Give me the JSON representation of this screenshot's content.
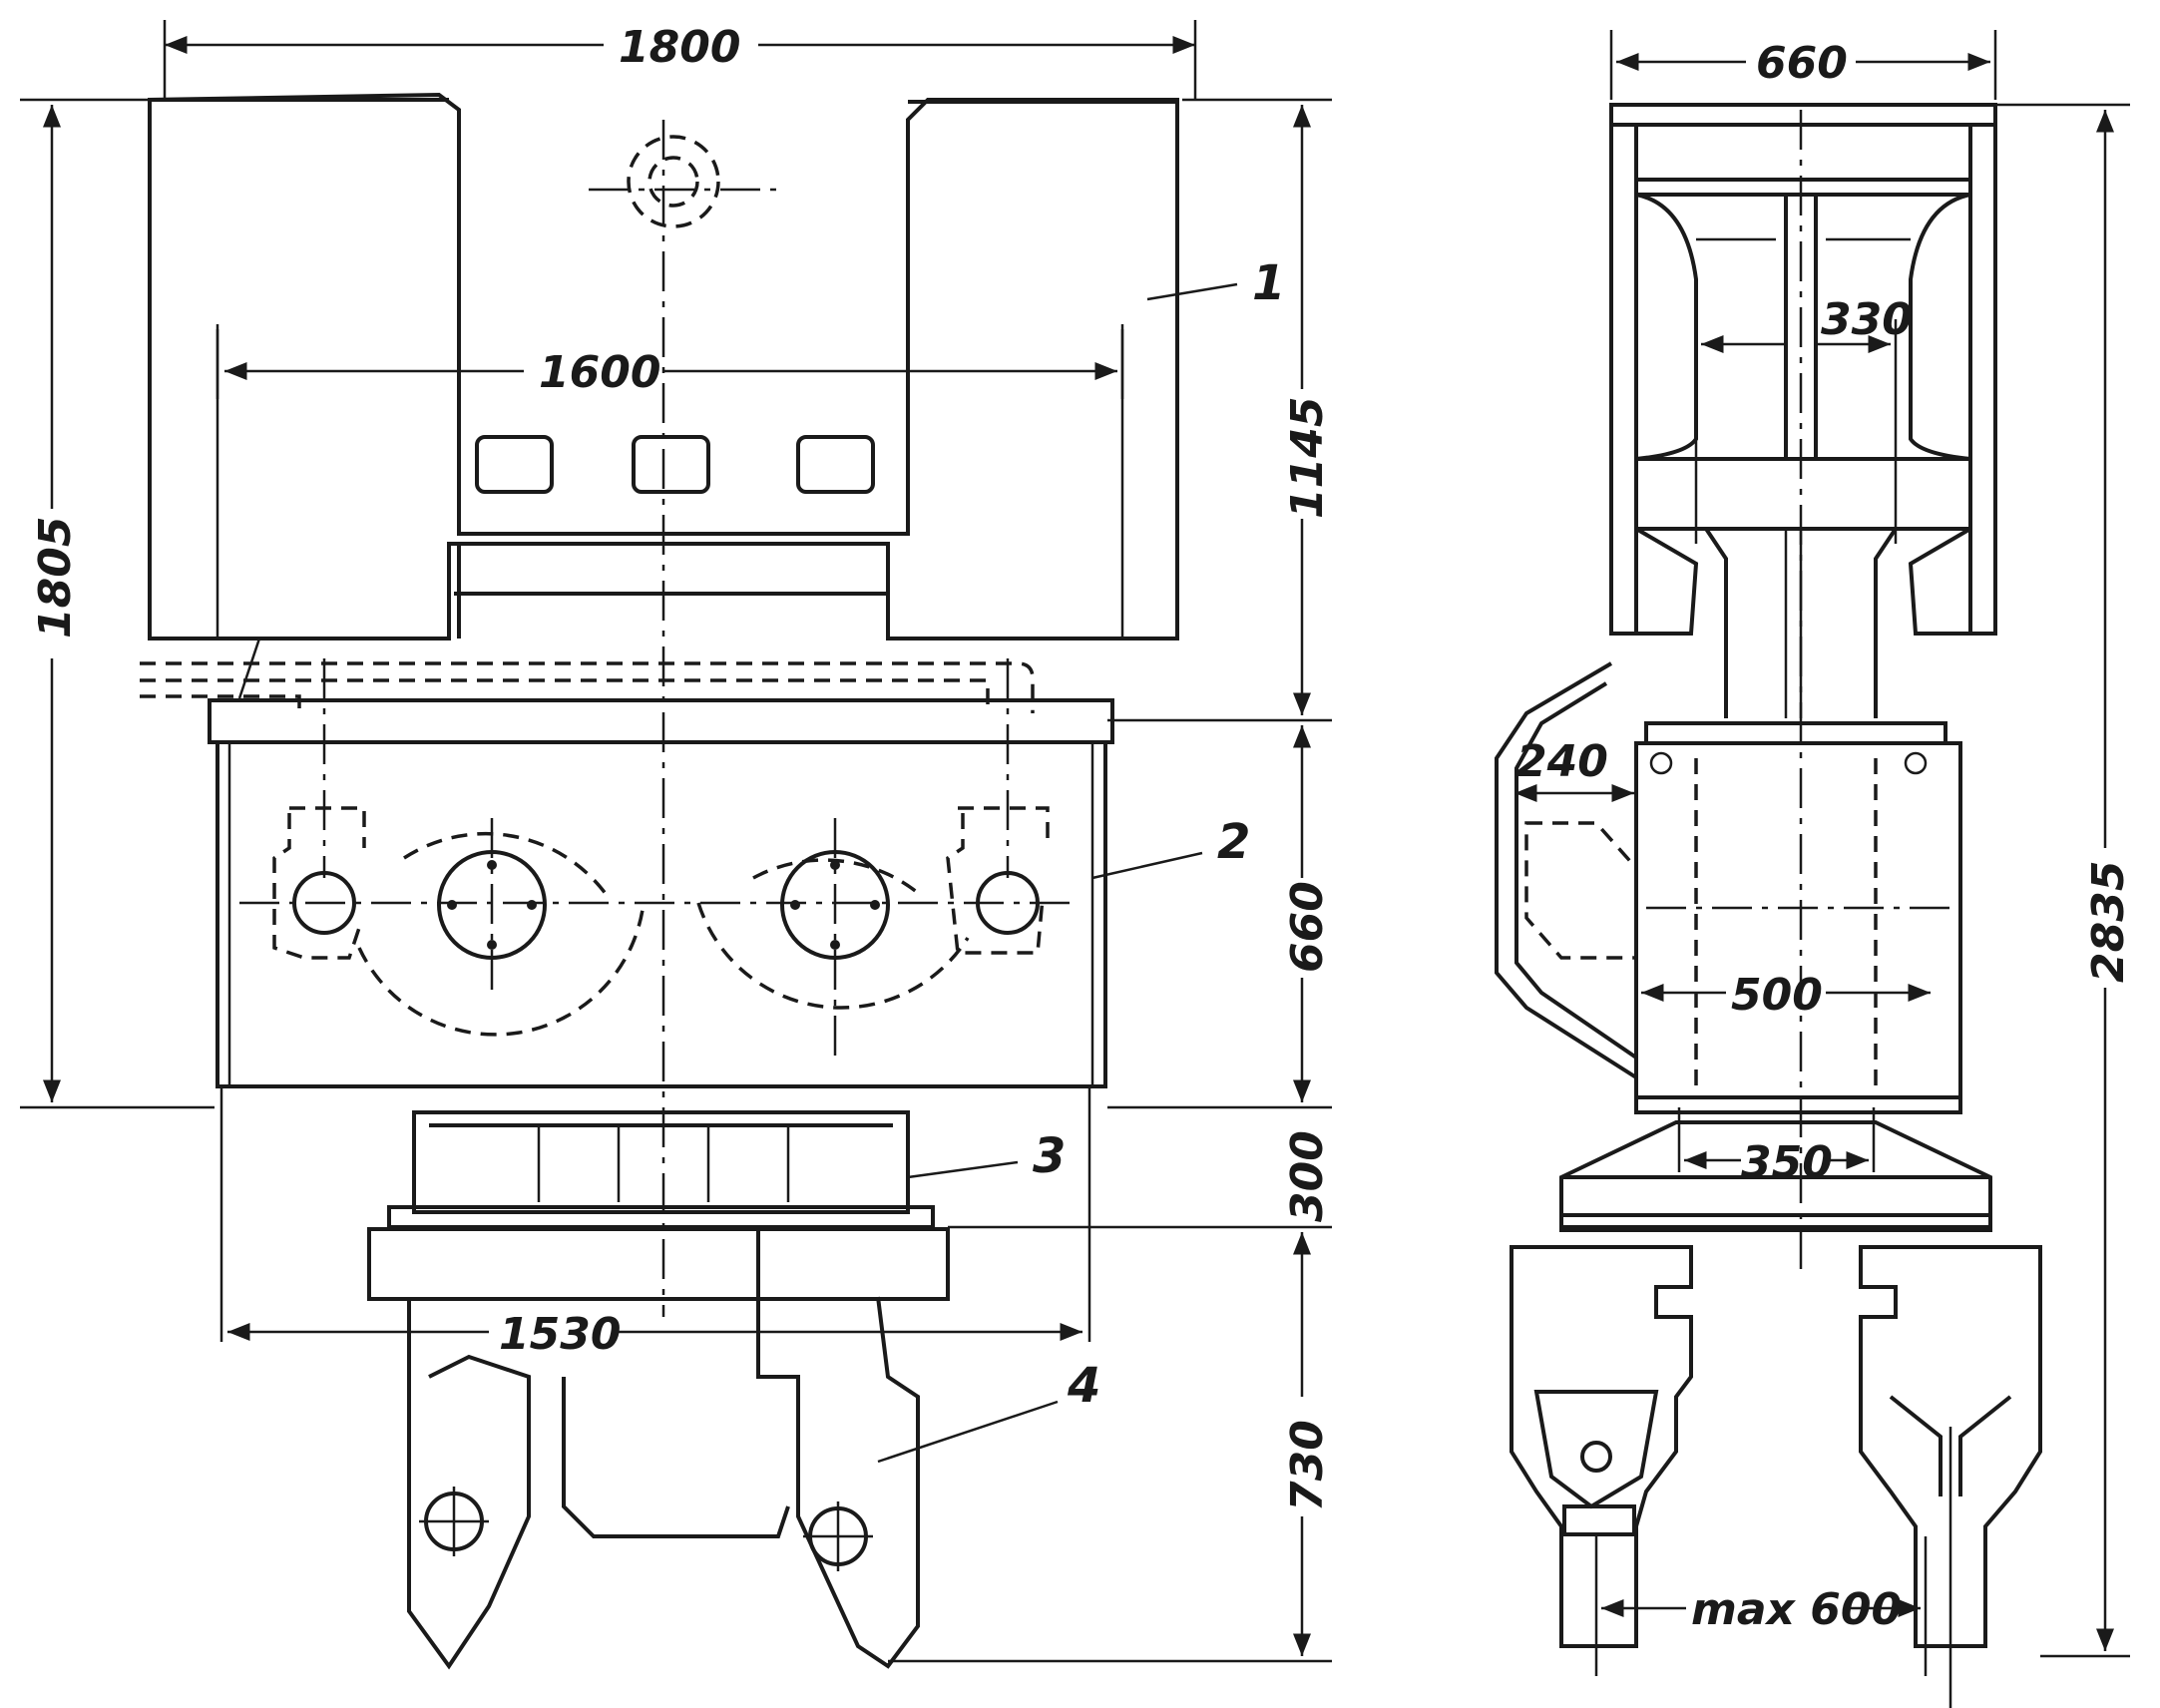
{
  "front_view": {
    "dimensions": {
      "overall_width": "1800",
      "inner_width": "1600",
      "base_width": "1530",
      "overall_height": "1805",
      "upper_height": "1145",
      "gearbox_height": "660",
      "adapter_height": "300",
      "gripper_height": "730"
    },
    "callouts": [
      "1",
      "2",
      "3",
      "4"
    ]
  },
  "side_view": {
    "dimensions": {
      "top_width": "660",
      "inner_width": "330",
      "offset": "240",
      "gearbox_width": "500",
      "adapter_width": "350",
      "jaw_opening": "max 600",
      "total_height": "2835"
    }
  }
}
